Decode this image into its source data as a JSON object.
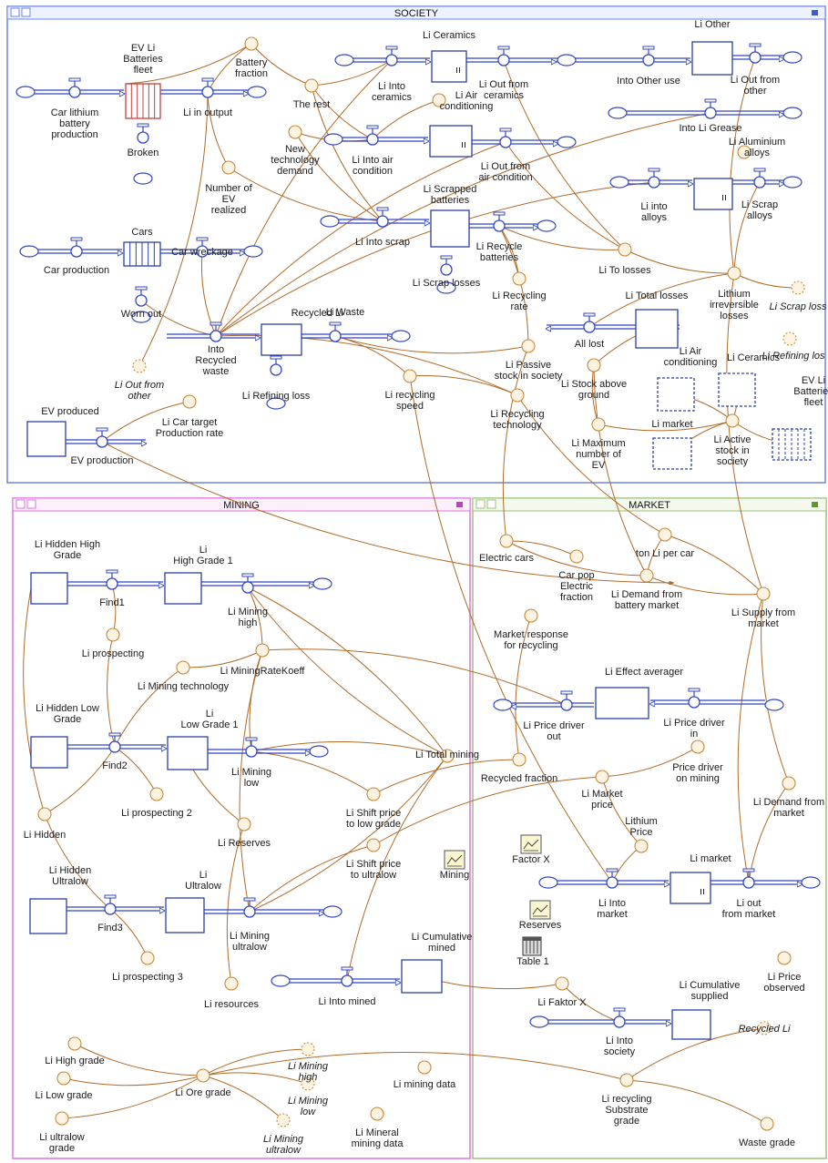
{
  "panels": {
    "society": "SOCIETY",
    "mining": "MINING",
    "market": "MARKET"
  },
  "colors": {
    "flow": "#3246c8",
    "stock": "#2b3fa8",
    "arrow": "#b06a28",
    "aux_fill": "#fdf3e3",
    "aux_stroke": "#c88a3a",
    "ev_stock": "#c44040",
    "society_frame": "#6b86e8",
    "mining_frame": "#e070e0",
    "market_frame": "#9cc07a"
  },
  "stocks": [
    {
      "id": "ev_fleet",
      "label": "EV Li\nBatteries\nfleet",
      "conveyor": true,
      "red": true
    },
    {
      "id": "li_ceramics",
      "label": "Li Ceramics",
      "glyph": "ıı"
    },
    {
      "id": "li_other",
      "label": "Li Other"
    },
    {
      "id": "li_air",
      "label": "",
      "glyph": "ıı"
    },
    {
      "id": "li_alloys",
      "label": "",
      "glyph": "ıı"
    },
    {
      "id": "li_scrapped",
      "label": "Li Scrapped\nbatteries"
    },
    {
      "id": "cars",
      "label": "Cars",
      "conveyor": true
    },
    {
      "id": "li_waste",
      "label": "Li Waste"
    },
    {
      "id": "li_total_losses",
      "label": "Li Total losses"
    },
    {
      "id": "ev_produced",
      "label": "EV produced"
    },
    {
      "id": "ghost_air",
      "label": "Li Air\nconditioning",
      "ghost": true
    },
    {
      "id": "ghost_ceramics",
      "label": "Li Ceramics",
      "ghost": true
    },
    {
      "id": "ghost_market",
      "label": "Li market",
      "ghost": true
    },
    {
      "id": "ghost_ev",
      "label": "EV Li\nBatteries\nfleet",
      "ghost": true,
      "conveyor": true
    },
    {
      "id": "hidden_high",
      "label": "Li Hidden High\nGrade"
    },
    {
      "id": "high1",
      "label": "Li\nHigh Grade 1"
    },
    {
      "id": "hidden_low",
      "label": "Li Hidden Low\nGrade"
    },
    {
      "id": "low1",
      "label": "Li\nLow Grade 1"
    },
    {
      "id": "hidden_ultra",
      "label": "Li Hidden\nUltralow"
    },
    {
      "id": "ultralow",
      "label": "Li\nUltralow"
    },
    {
      "id": "cum_mined",
      "label": "Li Cumulative\nmined"
    },
    {
      "id": "effect_avg",
      "label": "Li Effect averager"
    },
    {
      "id": "li_market",
      "label": "Li market",
      "glyph": "ıı"
    },
    {
      "id": "cum_supplied",
      "label": "Li Cumulative\nsupplied"
    }
  ],
  "flows": [
    {
      "id": "car_li_prod",
      "label": "Car lithium\nbattery\nproduction"
    },
    {
      "id": "li_in_output",
      "label": "Li in output"
    },
    {
      "id": "broken",
      "label": "Broken"
    },
    {
      "id": "into_ceramics",
      "label": "Li Into\nceramics"
    },
    {
      "id": "out_ceramics",
      "label": "Li Out from\nceramics"
    },
    {
      "id": "into_other",
      "label": "Into Other use"
    },
    {
      "id": "out_other",
      "label": "Li Out from\nother"
    },
    {
      "id": "into_grease",
      "label": "Into Li Grease"
    },
    {
      "id": "into_aircond",
      "label": "Li Into air\ncondition"
    },
    {
      "id": "out_aircond",
      "label": "Li Out from\nair condition"
    },
    {
      "id": "into_alloys",
      "label": "Li into\nalloys"
    },
    {
      "id": "scrap_alloys",
      "label": "Li Scrap\nalloys"
    },
    {
      "id": "into_scrap",
      "label": "Li Into scrap"
    },
    {
      "id": "recycle_batt",
      "label": "Li Recycle\nbatteries"
    },
    {
      "id": "scrap_losses",
      "label": "Li Scrap losses"
    },
    {
      "id": "car_prod",
      "label": "Car production"
    },
    {
      "id": "car_wreck",
      "label": "Car wreckage"
    },
    {
      "id": "worn_out",
      "label": "Worn out"
    },
    {
      "id": "into_recycled",
      "label": "Into\nRecycled\nwaste"
    },
    {
      "id": "recycled_li",
      "label": "Recycled Li"
    },
    {
      "id": "refining_loss",
      "label": "Li Refining loss"
    },
    {
      "id": "all_lost",
      "label": "All lost"
    },
    {
      "id": "ev_production",
      "label": "EV production"
    },
    {
      "id": "find1",
      "label": "Find1"
    },
    {
      "id": "mining_high",
      "label": "Li Mining\nhigh"
    },
    {
      "id": "find2",
      "label": "Find2"
    },
    {
      "id": "mining_low",
      "label": "Li Mining\nlow"
    },
    {
      "id": "find3",
      "label": "Find3"
    },
    {
      "id": "mining_ultra",
      "label": "Li Mining\nultralow"
    },
    {
      "id": "into_mined",
      "label": "Li Into mined"
    },
    {
      "id": "price_out",
      "label": "Li Price driver\nout"
    },
    {
      "id": "price_in",
      "label": "Li Price driver\nin"
    },
    {
      "id": "into_market",
      "label": "Li Into\nmarket"
    },
    {
      "id": "out_market",
      "label": "Li out\nfrom market"
    },
    {
      "id": "into_society",
      "label": "Li Into\nsociety"
    }
  ],
  "auxiliaries": [
    {
      "id": "battery_fraction",
      "label": "Battery\nfraction"
    },
    {
      "id": "the_rest",
      "label": "The rest"
    },
    {
      "id": "li_air_cond",
      "label": "Li Air\nconditioning"
    },
    {
      "id": "li_aluminium",
      "label": "Li Aluminium\nalloys"
    },
    {
      "id": "new_tech",
      "label": "New\ntechnology\ndemand"
    },
    {
      "id": "num_ev",
      "label": "Number of\nEV\nrealized"
    },
    {
      "id": "li_to_losses",
      "label": "Li To losses"
    },
    {
      "id": "lithium_irrev",
      "label": "Lithium\nirreversible\nlosses"
    },
    {
      "id": "scrap_loss",
      "label": "Li Scrap loss",
      "italic": true
    },
    {
      "id": "refining_los",
      "label": "Li Refining los",
      "italic": true
    },
    {
      "id": "recycling_rate",
      "label": "Li Recycling\nrate"
    },
    {
      "id": "passive_stock",
      "label": "Li Passive\nstock in society"
    },
    {
      "id": "out_from_other",
      "label": "Li Out from\nother",
      "italic": true
    },
    {
      "id": "recycling_speed",
      "label": "Li recycling\nspeed"
    },
    {
      "id": "stock_above",
      "label": "Li Stock above\nground"
    },
    {
      "id": "recycling_tech",
      "label": "Li Recycling\ntechnology"
    },
    {
      "id": "car_target",
      "label": "Li Car target\nProduction rate"
    },
    {
      "id": "max_ev",
      "label": "Li Maximum\nnumber of\nEV"
    },
    {
      "id": "active_stock",
      "label": "Li Active\nstock in\nsociety"
    },
    {
      "id": "prospecting",
      "label": "Li prospecting"
    },
    {
      "id": "mining_rate_koeff",
      "label": "Li MiningRateKoeff"
    },
    {
      "id": "mining_tech",
      "label": "Li Mining technology"
    },
    {
      "id": "prospecting2",
      "label": "Li prospecting 2"
    },
    {
      "id": "hidden",
      "label": "Li Hidden"
    },
    {
      "id": "reserves",
      "label": "Li Reserves"
    },
    {
      "id": "total_mining",
      "label": "Li Total mining"
    },
    {
      "id": "shift_low",
      "label": "Li Shift price\nto low grade"
    },
    {
      "id": "shift_ultra",
      "label": "Li Shift price\nto ultralow"
    },
    {
      "id": "prospecting3",
      "label": "Li prospecting 3"
    },
    {
      "id": "resources",
      "label": "Li resources"
    },
    {
      "id": "high_grade",
      "label": "Li High grade"
    },
    {
      "id": "low_grade",
      "label": "Li Low grade"
    },
    {
      "id": "ultralow_grade",
      "label": "Li ultralow\ngrade"
    },
    {
      "id": "ore_grade",
      "label": "Li Ore grade"
    },
    {
      "id": "g_mining_high",
      "label": "Li Mining\nhigh",
      "italic": true
    },
    {
      "id": "g_mining_low",
      "label": "Li Mining\nlow",
      "italic": true
    },
    {
      "id": "g_mining_ultra",
      "label": "Li Mining\nultralow",
      "italic": true
    },
    {
      "id": "mining_data",
      "label": "Li mining data"
    },
    {
      "id": "mineral_data",
      "label": "Li Mineral\nmining data"
    },
    {
      "id": "electric_cars",
      "label": "Electric cars"
    },
    {
      "id": "ton_li_car",
      "label": "ton Li per car"
    },
    {
      "id": "car_pop_frac",
      "label": "Car pop\nElectric\nfraction"
    },
    {
      "id": "demand_battery",
      "label": "Li Demand from\nbattery market"
    },
    {
      "id": "supply_market",
      "label": "Li Supply from\nmarket"
    },
    {
      "id": "market_response",
      "label": "Market response\nfor recycling"
    },
    {
      "id": "recycled_fraction",
      "label": "Recycled fraction"
    },
    {
      "id": "market_price",
      "label": "Li Market\nprice"
    },
    {
      "id": "price_on_mining",
      "label": "Price driver\non mining"
    },
    {
      "id": "lithium_price",
      "label": "Lithium\nPrice"
    },
    {
      "id": "demand_from_market",
      "label": "Li Demand from\nmarket"
    },
    {
      "id": "price_observed",
      "label": "Li Price\nobserved"
    },
    {
      "id": "faktor_x",
      "label": "Li Faktor X"
    },
    {
      "id": "recycled_li_g",
      "label": "Recycled Li",
      "italic": true
    },
    {
      "id": "recycling_substrate",
      "label": "Li recycling\nSubstrate\ngrade"
    },
    {
      "id": "waste_grade",
      "label": "Waste grade"
    }
  ],
  "tools": [
    {
      "id": "mining_graph",
      "label": "Mining",
      "kind": "graph"
    },
    {
      "id": "factor_x_graph",
      "label": "Factor X",
      "kind": "graph"
    },
    {
      "id": "reserves_graph",
      "label": "Reserves",
      "kind": "graph"
    },
    {
      "id": "table1",
      "label": "Table 1",
      "kind": "table"
    }
  ]
}
